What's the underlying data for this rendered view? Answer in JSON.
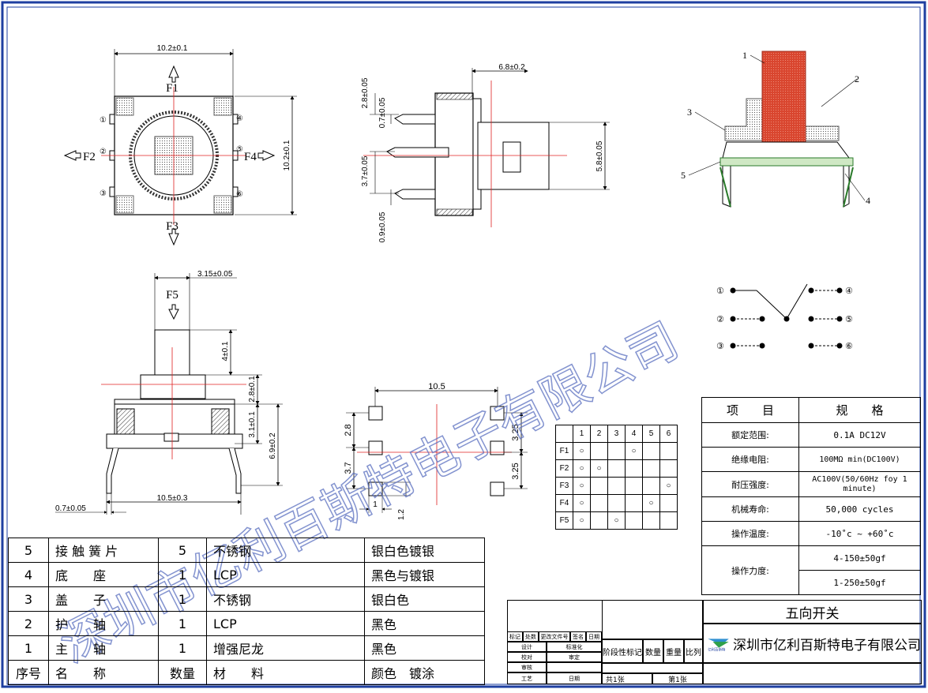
{
  "top_view": {
    "dim_width": "10.2±0.1",
    "dim_height": "10.2±0.1",
    "f1": "F1",
    "f2": "F2",
    "f3": "F3",
    "f4": "F4",
    "pin1": "①",
    "pin2": "②",
    "pin3": "③",
    "pin4": "④",
    "pin5": "⑤",
    "pin6": "⑥"
  },
  "side_view": {
    "dim_depth": "6.8±0.2",
    "dim_height": "5.8±0.05",
    "dim_a": "2.8±0.05",
    "dim_b": "0.7±0.05",
    "dim_c": "3.7±0.05",
    "dim_d": "0.9±0.05"
  },
  "section_view": {
    "labels": [
      "1",
      "2",
      "3",
      "4",
      "5"
    ]
  },
  "front_view": {
    "dim_shaft": "3.15±0.05",
    "f5": "F5",
    "dim_shaft_len": "4±0.1",
    "dim_cap": "2.8±0.1",
    "dim_body": "3.1±0.1",
    "dim_total": "6.9±0.2",
    "dim_pin": "0.7±0.05",
    "dim_width": "10.5±0.3"
  },
  "footprint": {
    "dim_width": "10.5",
    "dim_a": "2.8",
    "dim_b": "3.7",
    "dim_c": "3.25",
    "dim_d": "3.25",
    "dim_pad_w": "1",
    "dim_pad_h": "1.2"
  },
  "schematic": {
    "pins_left": [
      "①",
      "②",
      "③"
    ],
    "pins_right": [
      "④",
      "⑤",
      "⑥"
    ]
  },
  "truth_table": {
    "columns": [
      "",
      "1",
      "2",
      "3",
      "4",
      "5",
      "6"
    ],
    "rows": [
      {
        "label": "F1",
        "marks": [
          "○",
          "",
          "",
          "○",
          "",
          ""
        ]
      },
      {
        "label": "F2",
        "marks": [
          "○",
          "○",
          "",
          "",
          "",
          ""
        ]
      },
      {
        "label": "F3",
        "marks": [
          "○",
          "",
          "",
          "",
          "",
          "○"
        ]
      },
      {
        "label": "F4",
        "marks": [
          "○",
          "",
          "",
          "",
          "○",
          ""
        ]
      },
      {
        "label": "F5",
        "marks": [
          "○",
          "",
          "○",
          "",
          "",
          ""
        ]
      }
    ]
  },
  "spec_table": {
    "header_item": "项　　目",
    "header_spec": "规　　格",
    "rows": [
      {
        "item": "额定范围:",
        "spec": "0.1A DC12V"
      },
      {
        "item": "绝缘电阻:",
        "spec": "100MΩ min(DC100V)"
      },
      {
        "item": "耐压强度:",
        "spec": "AC100V(50/60Hz foy 1 minute)"
      },
      {
        "item": "机械寿命:",
        "spec": "50,000 cycles"
      },
      {
        "item": "操作温度:",
        "spec": "-10˚c ~ +60˚c"
      },
      {
        "item": "操作力度:",
        "spec": "4-150±50gf",
        "spec2": "1-250±50gf"
      }
    ]
  },
  "bom": {
    "rows": [
      {
        "no": "5",
        "name": "接 触 簧 片",
        "qty": "5",
        "material": "不锈钢",
        "finish": "银白色镀银"
      },
      {
        "no": "4",
        "name": "底　　座",
        "qty": "1",
        "material": "LCP",
        "finish": "黑色与镀银"
      },
      {
        "no": "3",
        "name": "盖　　子",
        "qty": "1",
        "material": "不锈钢",
        "finish": "银白色"
      },
      {
        "no": "2",
        "name": "护　　轴",
        "qty": "1",
        "material": "LCP",
        "finish": "黑色"
      },
      {
        "no": "1",
        "name": "主　　轴",
        "qty": "1",
        "material": "增强尼龙",
        "finish": "黑色"
      }
    ],
    "header": {
      "no": "序号",
      "name": "名　　称",
      "qty": "数量",
      "material": "材　　料",
      "finish": "颜色　镀涂"
    }
  },
  "title_block": {
    "product": "五向开关",
    "company": "深圳市亿利百斯特电子有限公司",
    "logo_text": "亿利百斯特",
    "small_labels": {
      "mark": "标记",
      "count": "处数",
      "change_doc": "更改文件号",
      "sign": "签名",
      "date": "日期",
      "design": "设计",
      "standard": "标准化",
      "check": "校对",
      "review": "审定",
      "audit": "审核",
      "craft": "工艺",
      "date2": "日期"
    },
    "stage": "阶段性标记",
    "weight_qty": "数量",
    "weight": "重量",
    "scale": "比列",
    "sheets_total": "共1张",
    "sheet_no": "第1张"
  },
  "watermark": "深圳市亿利百斯特电子有限公司",
  "colors": {
    "border": "#1e3fa0",
    "accent_red": "#d9462f",
    "centerline": "#e02020",
    "watermark": "#5a6fc0"
  }
}
